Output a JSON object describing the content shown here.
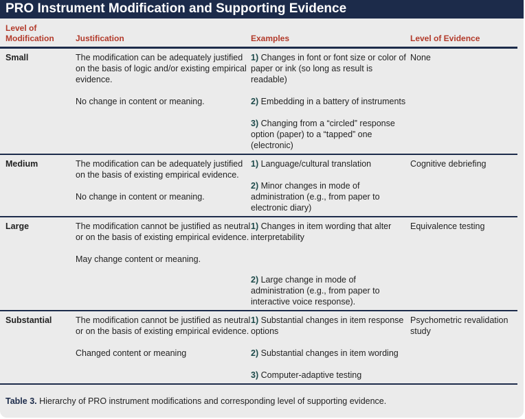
{
  "title": "PRO Instrument Modification and Supporting Evidence",
  "headers": {
    "level": "Level of Modification",
    "justification": "Justification",
    "examples": "Examples",
    "evidence": "Level of Evidence"
  },
  "rows": [
    {
      "level": "Small",
      "justification": [
        "The modification can be adequately justified on the basis of logic and/or existing empirical evidence.",
        "No change in content or meaning."
      ],
      "examples": [
        {
          "n": "1)",
          "t": "Changes in font or font size or color of paper or ink (so long as result is readable)"
        },
        {
          "n": "2)",
          "t": "Embedding in a battery of instruments"
        },
        {
          "n": "3)",
          "t": "Changing from a “circled” response option (paper) to a “tapped” one (electronic)"
        }
      ],
      "evidence": "None"
    },
    {
      "level": "Medium",
      "justification": [
        "The modification can be adequately justified on the basis of existing empirical evidence.",
        "No change in content or meaning."
      ],
      "examples": [
        {
          "n": "1)",
          "t": "Language/cultural translation"
        },
        {
          "n": "2)",
          "t": "Minor changes in mode of administration (e.g., from paper to electronic diary)"
        }
      ],
      "evidence": "Cognitive debriefing"
    },
    {
      "level": "Large",
      "justification": [
        "The modification cannot be justified as neutral or on the basis of existing empirical evidence.",
        "May change content or meaning."
      ],
      "examples": [
        {
          "n": "1)",
          "t": "Changes in item wording that alter interpretability"
        },
        {
          "n": "2)",
          "t": "Large change in mode of administration (e.g., from paper to interactive voice response)."
        }
      ],
      "evidence": "Equivalence testing"
    },
    {
      "level": "Substantial",
      "justification": [
        "The modification cannot be justified as neutral or on the basis of existing empirical evidence.",
        "Changed content or meaning"
      ],
      "examples": [
        {
          "n": "1)",
          "t": "Substantial changes in item response options"
        },
        {
          "n": "2)",
          "t": "Substantial changes in item wording"
        },
        {
          "n": "3)",
          "t": "Computer-adaptive testing"
        }
      ],
      "evidence": "Psychometric revalidation study"
    }
  ],
  "caption": {
    "label": "Table 3.",
    "text": "Hierarchy of PRO instrument modifications and corresponding level of supporting evidence."
  },
  "colors": {
    "title_bg": "#1c2b4a",
    "header_text": "#b23a2a",
    "number_text": "#1d4a4a",
    "background": "#ebebeb"
  }
}
